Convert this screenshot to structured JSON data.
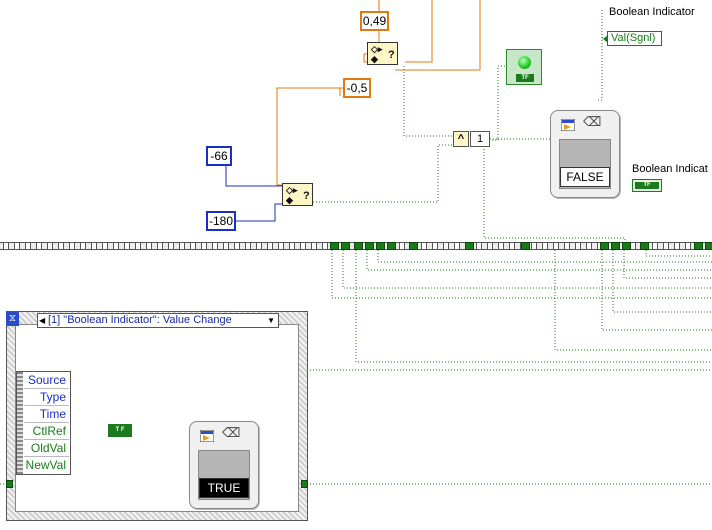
{
  "constants": {
    "c049": "0,49",
    "cneg05": "-0,5",
    "cneg66": "-66",
    "cneg180": "-180",
    "and_glyph": "^",
    "count_const": "1"
  },
  "in_range_glyph": "?",
  "boolean_indicator_property": {
    "label": "Boolean Indicator",
    "property": "Val(Sgnl)"
  },
  "boolean_indicator_terminal": {
    "label": "Boolean Indicat",
    "tf": "TF"
  },
  "led_tf": "TF",
  "dialog_false": {
    "value": "FALSE",
    "close": "⌫"
  },
  "dialog_true": {
    "value": "TRUE",
    "close": "⌫"
  },
  "event_structure": {
    "index_label": "[1] \"Boolean Indicator\": Value Change",
    "event_fields": [
      "Source",
      "Type",
      "Time",
      "CtlRef",
      "OldVal",
      "NewVal"
    ]
  },
  "true_const_tf": "T F",
  "colors": {
    "orange_wire": "#e07a10",
    "blue_wire": "#1c2ec8",
    "green_wire": "#1b7a1b",
    "indicator_green": "#1ec81e"
  }
}
